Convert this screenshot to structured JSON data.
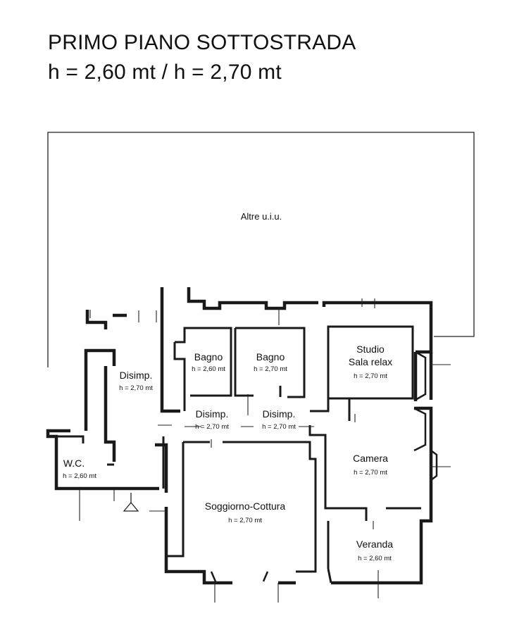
{
  "header": {
    "title": "PRIMO PIANO SOTTOSTRADA",
    "subtitle": "h = 2,60 mt / h = 2,70 mt"
  },
  "plan": {
    "other_units": "Altre u.i.u.",
    "rooms": [
      {
        "id": "bagno-1",
        "name": "Bagno",
        "height": "h = 2,60 mt"
      },
      {
        "id": "bagno-2",
        "name": "Bagno",
        "height": "h = 2,70 mt"
      },
      {
        "id": "studio",
        "name": "Studio",
        "name2": "Sala relax",
        "height": "h = 2,70 mt"
      },
      {
        "id": "disimp-left",
        "name": "Disimp.",
        "height": "h = 2,70 mt"
      },
      {
        "id": "disimp-center-1",
        "name": "Disimp.",
        "height": "h = 2,70 mt"
      },
      {
        "id": "disimp-center-2",
        "name": "Disimp.",
        "height": "h = 2,70 mt"
      },
      {
        "id": "wc",
        "name": "W.C.",
        "height": "h = 2,60 mt"
      },
      {
        "id": "camera",
        "name": "Camera",
        "height": "h = 2,70 mt"
      },
      {
        "id": "soggiorno",
        "name": "Soggiorno-Cottura",
        "height": "h = 2,70 mt"
      },
      {
        "id": "veranda",
        "name": "Veranda",
        "height": "h = 2,60 mt"
      }
    ]
  }
}
